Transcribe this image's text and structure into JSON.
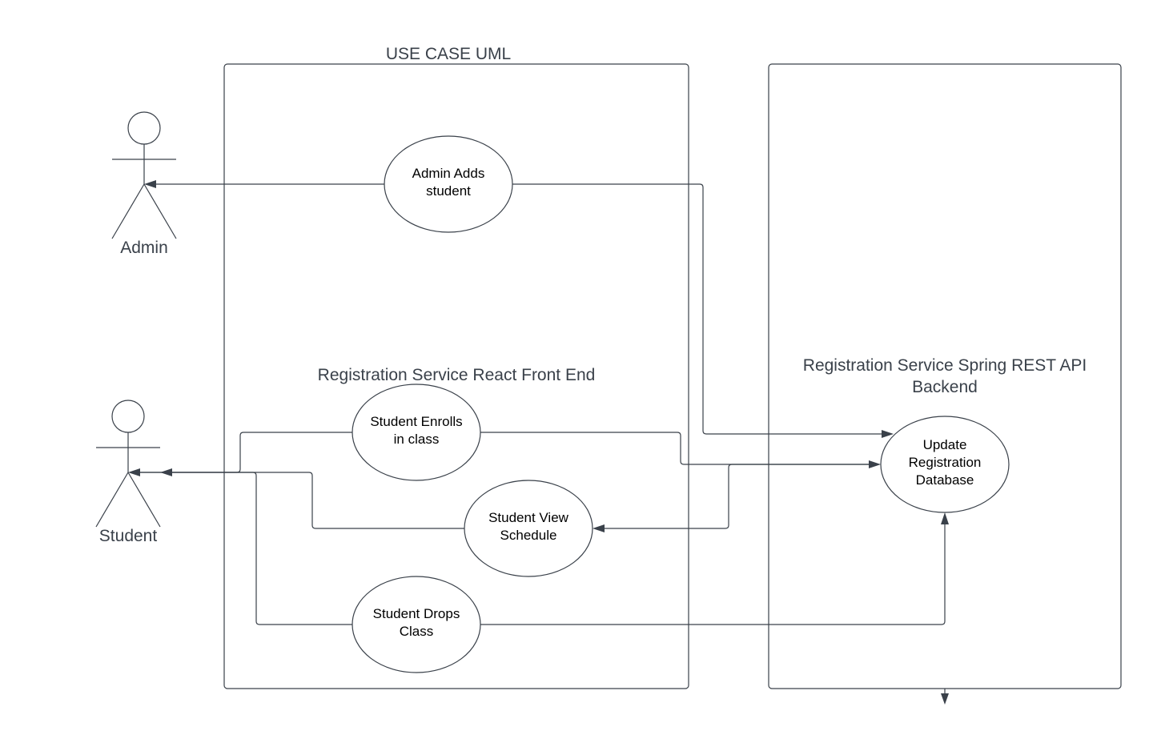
{
  "diagram": {
    "title": "USE CASE UML",
    "frontend_system": {
      "label": "Registration Service React Front End"
    },
    "backend_system": {
      "label_line1": "Registration Service Spring REST API",
      "label_line2": "Backend"
    },
    "actors": {
      "admin": "Admin",
      "student": "Student"
    },
    "use_cases": {
      "admin_adds_student": [
        "Admin Adds",
        "student"
      ],
      "student_enrolls": [
        "Student Enrolls",
        "in class"
      ],
      "student_view_schedule": [
        "Student View",
        "Schedule"
      ],
      "student_drops_class": [
        "Student Drops",
        "Class"
      ],
      "update_registration_db": [
        "Update",
        "Registration",
        "Database"
      ]
    },
    "colors": {
      "stroke": "#3a414a",
      "text": "#000000",
      "background": "#ffffff"
    }
  }
}
